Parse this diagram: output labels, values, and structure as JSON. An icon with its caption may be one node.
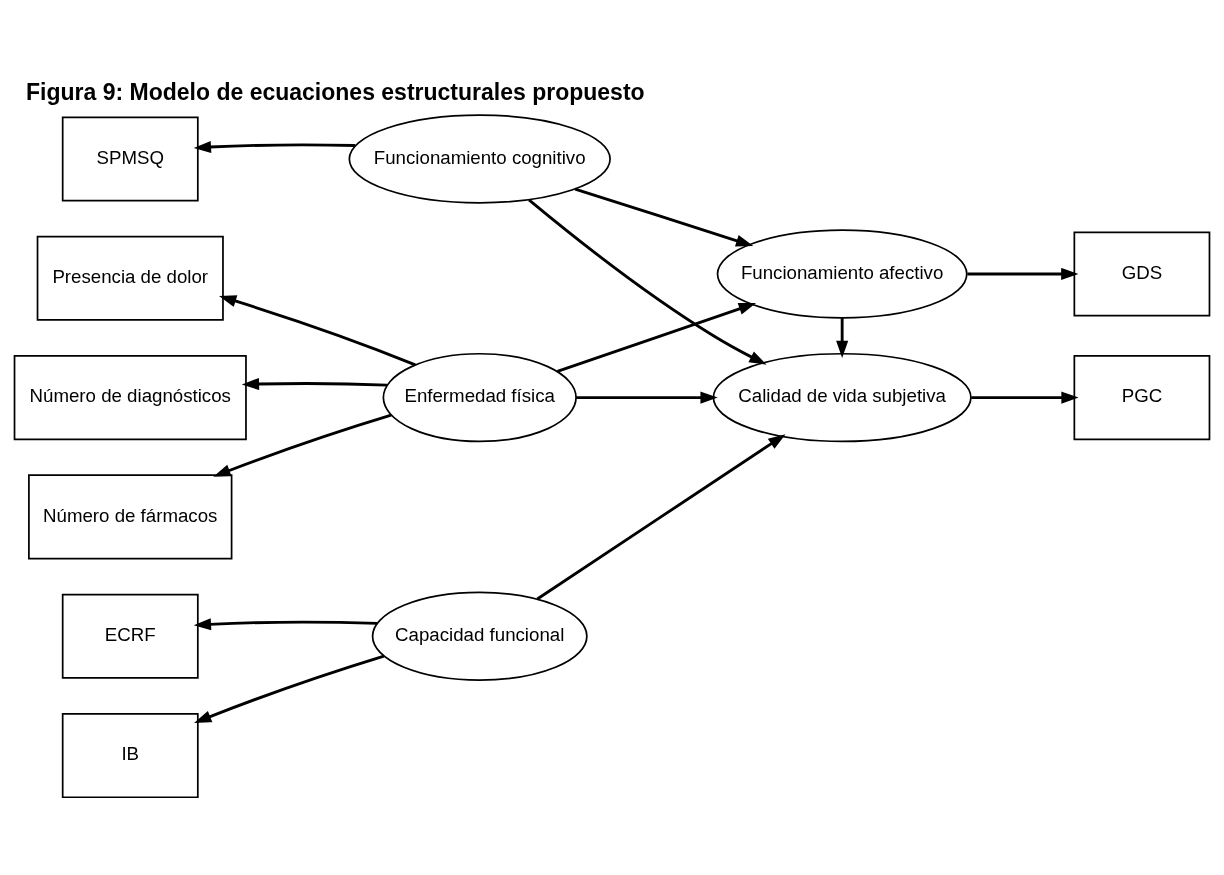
{
  "diagram": {
    "title": "Figura 9: Modelo de ecuaciones estructurales propuesto",
    "nodes": [
      {
        "text": [
          "Número de diagnósticos"
        ]
      },
      {
        "text": [
          "Número de fármacos"
        ]
      },
      {
        "text": [
          "Presencia de dolor"
        ]
      },
      {
        "text": [
          "Enfermedad física"
        ]
      },
      {
        "text": [
          "Funcionamiento afectivo"
        ]
      },
      {
        "text": [
          "GDS"
        ]
      },
      {
        "text": [
          "SPMSQ"
        ]
      },
      {
        "text": [
          "Funcionamiento cognitivo"
        ]
      },
      {
        "text": [
          "Calidad de vida subjetiva"
        ]
      },
      {
        "text": [
          "PGC"
        ]
      },
      {
        "text": [
          "ECRF"
        ]
      },
      {
        "text": [
          "Capacidad funcional"
        ]
      },
      {
        "text": [
          "IB"
        ]
      }
    ],
    "edges": [
      {
        "from": 3,
        "to": 0,
        "arrow": "to"
      },
      {
        "from": 3,
        "to": 1,
        "arrow": "to"
      },
      {
        "from": 3,
        "to": 2,
        "arrow": "to"
      },
      {
        "from": 3,
        "to": 4,
        "arrow": "to"
      },
      {
        "from": 3,
        "to": 8,
        "arrow": "to"
      },
      {
        "from": 7,
        "to": 6,
        "arrow": "to"
      },
      {
        "from": 7,
        "to": 4,
        "arrow": "to"
      },
      {
        "from": 7,
        "to": 8,
        "arrow": "to"
      },
      {
        "from": 4,
        "to": 5,
        "arrow": "to"
      },
      {
        "from": 4,
        "to": 8,
        "arrow": "to"
      },
      {
        "from": 8,
        "to": 9,
        "arrow": "to"
      },
      {
        "from": 11,
        "to": 10,
        "arrow": "to"
      },
      {
        "from": 11,
        "to": 12,
        "arrow": "to"
      },
      {
        "from": 11,
        "to": 8,
        "arrow": "to"
      }
    ]
  }
}
